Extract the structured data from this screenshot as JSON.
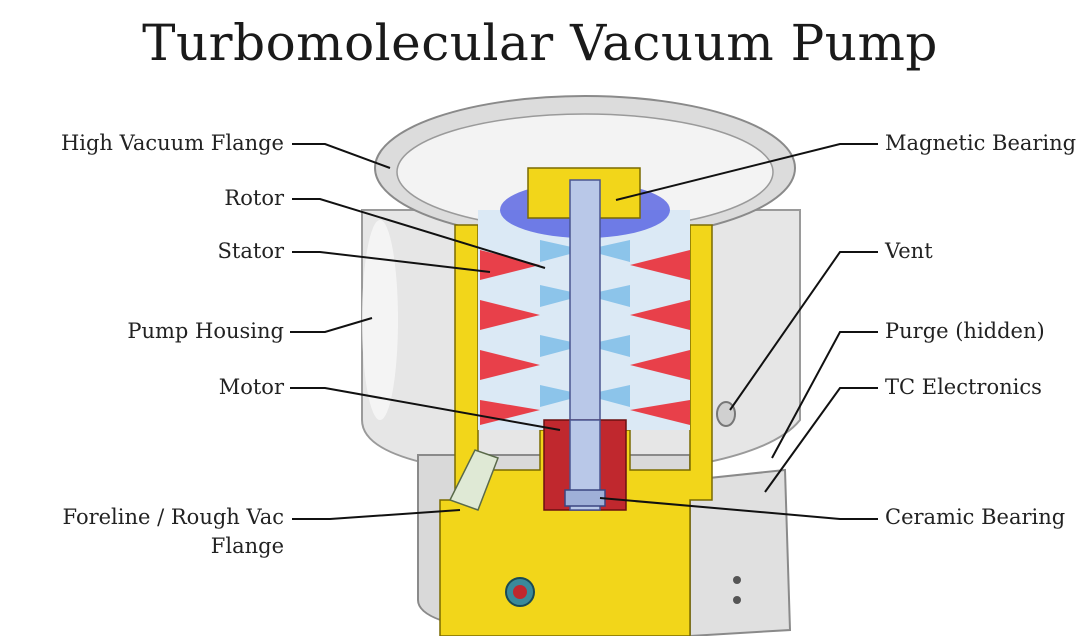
{
  "title": "Turbomolecular Vacuum Pump",
  "labels": {
    "high_vacuum_flange": "High Vacuum Flange",
    "rotor": "Rotor",
    "stator": "Stator",
    "pump_housing": "Pump Housing",
    "motor": "Motor",
    "foreline_line1": "Foreline / Rough Vac",
    "foreline_line2": "Flange",
    "magnetic_bearing": "Magnetic Bearing",
    "vent": "Vent",
    "purge": "Purge (hidden)",
    "tc_electronics": "TC Electronics",
    "ceramic_bearing": "Ceramic Bearing"
  },
  "colors": {
    "housing": "#e6e6e6",
    "cutaway": "#f2d61a",
    "rotor_blade": "#8cc4ea",
    "stator_blade": "#e8404a",
    "magnetic_glow": "#4a55e0",
    "label_text": "#222222"
  }
}
